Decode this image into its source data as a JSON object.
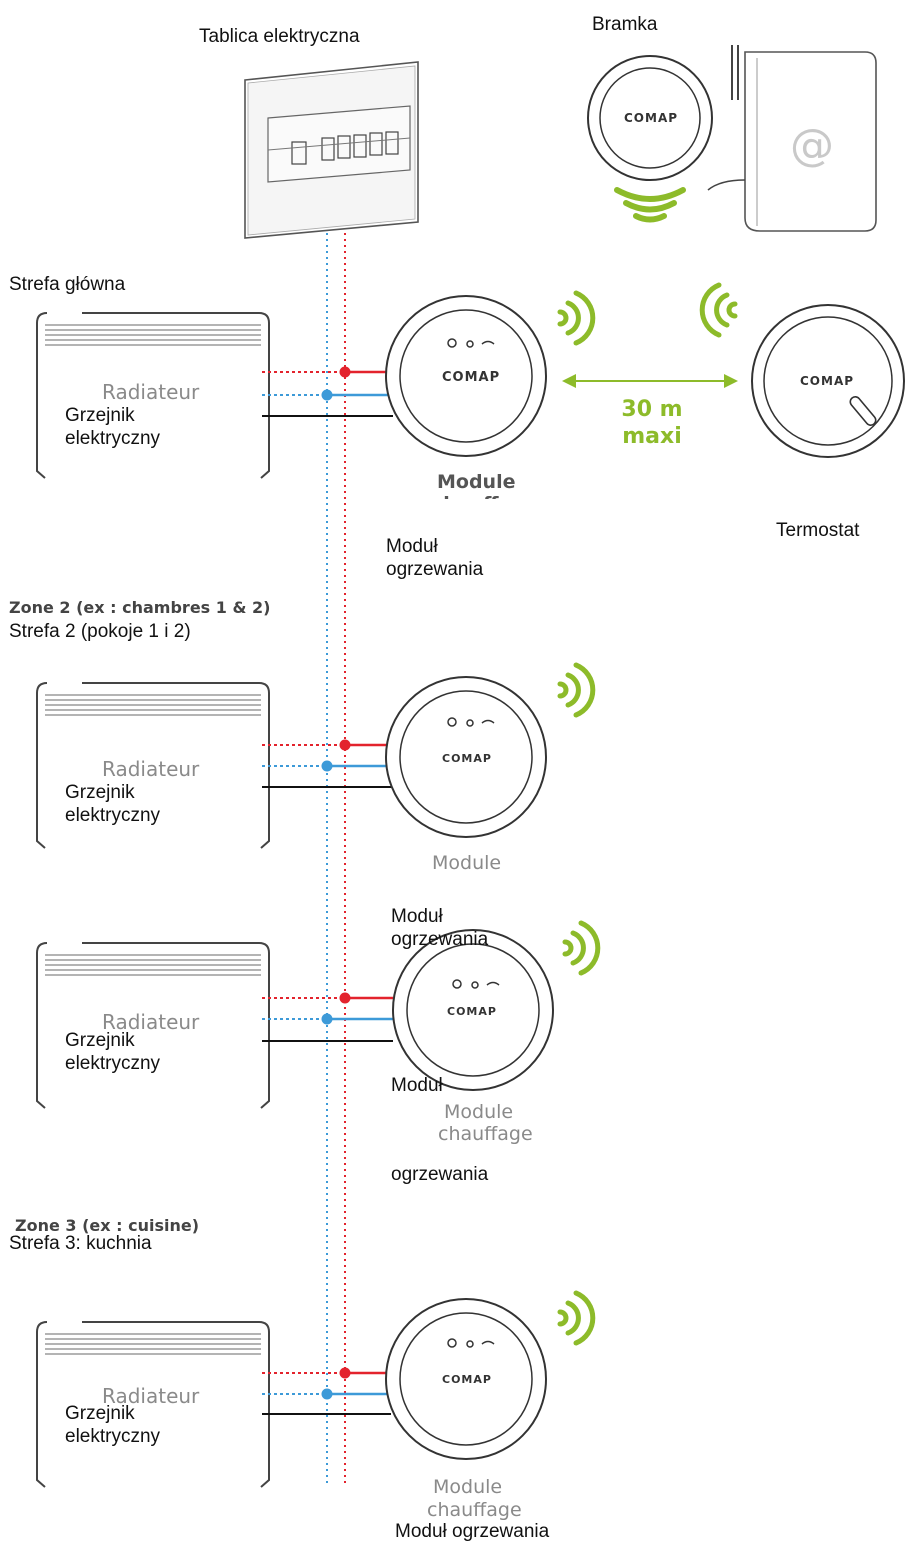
{
  "labels": {
    "panel": "Tablica elektryczna",
    "gateway": "Bramka",
    "main_zone": "Strefa główna",
    "thermostat": "Termostat",
    "zone2_fr": "Zone 2 (ex : chambres 1 & 2)",
    "zone2_pl": "Strefa 2 (pokoje 1 i 2)",
    "zone3_fr": "Zone 3 (ex : cuisine)",
    "zone3_pl": "Strefa 3: kuchnia",
    "range_value": "30 m",
    "range_unit": "maxi",
    "at_symbol": "@",
    "brand": "COMAP"
  },
  "radiators": [
    {
      "fr": "Radiateur",
      "pl_line1": "Grzejnik",
      "pl_line2": "elektryczny"
    },
    {
      "fr": "Radiateur",
      "pl_line1": "Grzejnik",
      "pl_line2": "elektryczny"
    },
    {
      "fr": "Radiateur",
      "pl_line1": "Grzejnik",
      "pl_line2": "elektryczny"
    },
    {
      "fr": "Radiateur",
      "pl_line1": "Grzejnik",
      "pl_line2": "elektryczny"
    }
  ],
  "modules": [
    {
      "fr_line1": "Module",
      "fr_line2": "chauffage",
      "pl_line1": "Moduł",
      "pl_line2": "ogrzewania"
    },
    {
      "fr_line1": "Module",
      "fr_line2": "",
      "pl_line1": "Moduł",
      "pl_line2": "ogrzewania"
    },
    {
      "fr_line1": "Module",
      "fr_line2": "chauffage",
      "pl_line1": "Moduł",
      "pl_line2": "ogrzewania"
    },
    {
      "fr_line1": "Module",
      "fr_line2": "chauffage",
      "pl_line1": "Moduł ogrzewania",
      "pl_line2": ""
    }
  ],
  "colors": {
    "live_wire": "#e3232d",
    "neutral_wire": "#3d9ad8",
    "earth_wire": "#111111",
    "wireless": "#8dbb2a"
  }
}
